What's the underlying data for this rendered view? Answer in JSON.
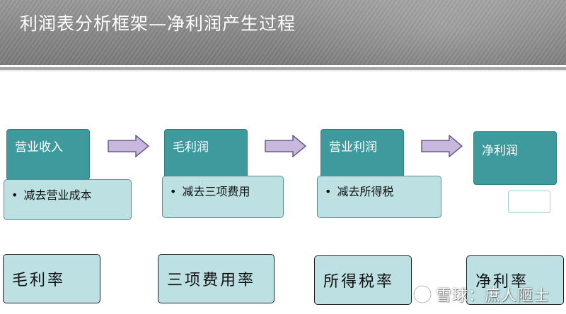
{
  "title": "利润表分析框架—净利润产生过程",
  "flow": [
    {
      "heading": "营业收入",
      "note": "减去营业成本"
    },
    {
      "heading": "毛利润",
      "note": "减去三项费用"
    },
    {
      "heading": "营业利润",
      "note": "减去所得税"
    },
    {
      "heading": "净利润"
    }
  ],
  "ratios": [
    "毛利率",
    "三项费用率",
    "所得税率",
    "净利率"
  ],
  "watermark": "雪球：庶人陋士",
  "colors": {
    "header": "#8a8a8a",
    "teal": "#3f9a9e",
    "note_fill": "#bde1e3",
    "arrow_fill": "#c9b8dd",
    "arrow_stroke": "#6a5a8a"
  }
}
